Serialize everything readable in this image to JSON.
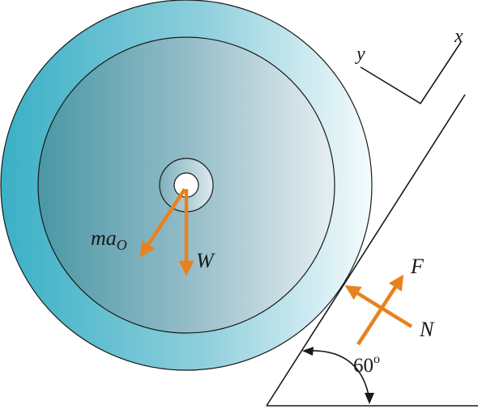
{
  "axes": {
    "x_label": "x",
    "y_label": "y"
  },
  "forces": {
    "inertial_main": "ma",
    "inertial_sub": "O",
    "weight": "W",
    "friction": "F",
    "normal": "N"
  },
  "incline": {
    "angle_value": "60",
    "angle_unit": "o"
  },
  "colors": {
    "arrow": "#e8821e",
    "wheel_rim_dark": "#3ab0c6",
    "wheel_rim_light": "#f4fbfd",
    "wheel_inner_dark": "#4a97a6",
    "wheel_inner_light": "#e6eff2",
    "line": "#1a1a1a"
  }
}
